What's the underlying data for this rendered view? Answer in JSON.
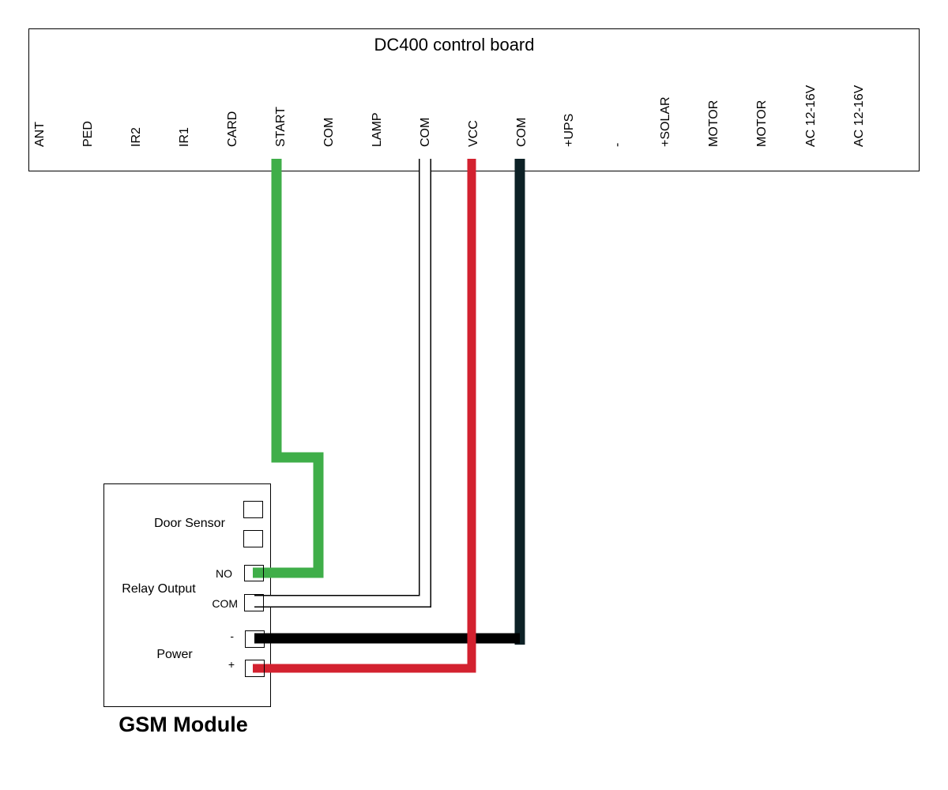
{
  "board": {
    "title": "DC400 control board",
    "terminals": [
      "ANT",
      "PED",
      "IR2",
      "IR1",
      "CARD",
      "START",
      "COM",
      "LAMP",
      "COM",
      "VCC",
      "COM",
      "+UPS",
      "-",
      "+SOLAR",
      "MOTOR",
      "MOTOR",
      "AC 12-16V",
      "AC 12-16V"
    ]
  },
  "module": {
    "title": "GSM Module",
    "door_sensor_label": "Door Sensor",
    "relay_output_label": "Relay Output",
    "power_label": "Power",
    "ports": {
      "no": "NO",
      "com": "COM",
      "minus": "-",
      "plus": "+"
    }
  },
  "wires": [
    {
      "from": "START",
      "to": "NO",
      "color": "#3fae49"
    },
    {
      "from": "COM",
      "to": "COM",
      "color": "#ffffff"
    },
    {
      "from": "VCC",
      "to": "+",
      "color": "#d3212f"
    },
    {
      "from": "COM",
      "to": "-",
      "color": "#0d2126"
    }
  ],
  "colors": {
    "green_wire": "#3fae49",
    "red_wire": "#d3212f",
    "black_wire": "#0d2126",
    "black_wire_module": "#000000",
    "white_wire": "#ffffff"
  }
}
